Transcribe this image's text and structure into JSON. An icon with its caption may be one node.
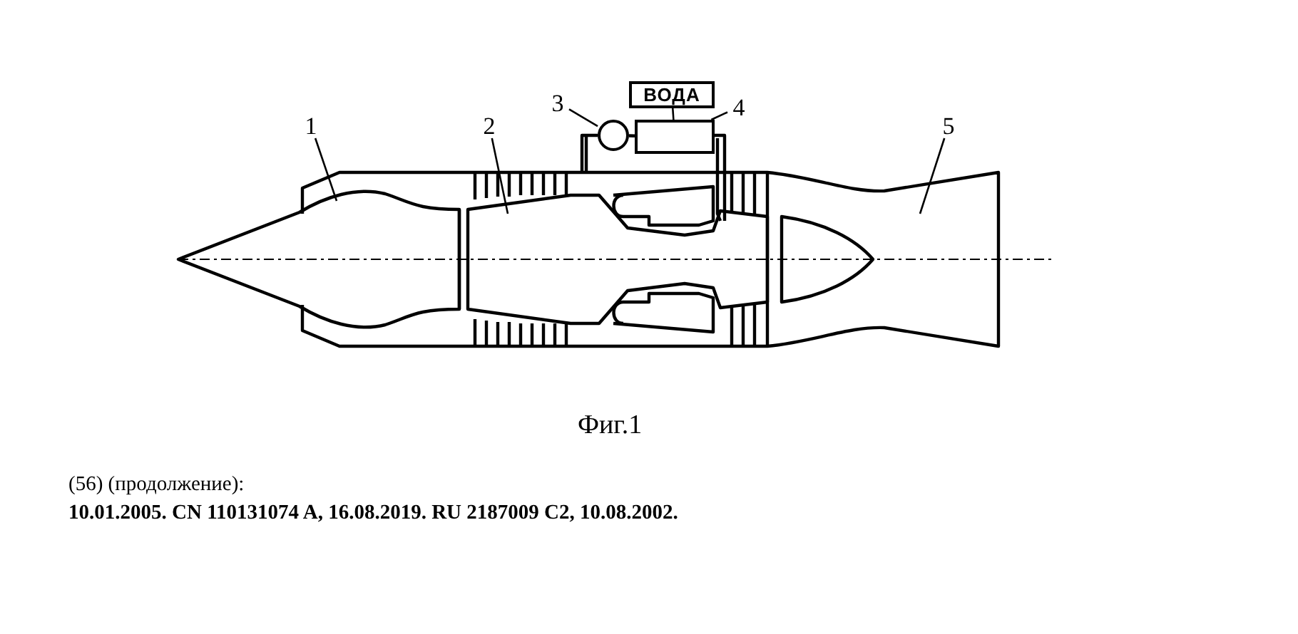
{
  "diagram": {
    "caption": "Фиг.1",
    "nodes": [
      {
        "text": [
          "1"
        ]
      },
      {
        "text": [
          "2"
        ]
      },
      {
        "text": [
          "3"
        ]
      },
      {
        "text": [
          "4"
        ]
      },
      {
        "text": [
          "5"
        ]
      },
      {
        "text": [
          "ВОДА"
        ]
      },
      {
        "text": [],
        "shape": "circle"
      },
      {
        "text": [],
        "shape": "box"
      }
    ],
    "edges": [
      {
        "from": 0,
        "to": null,
        "arrow": "none"
      },
      {
        "from": 1,
        "to": null,
        "arrow": "none"
      },
      {
        "from": 2,
        "to": 6,
        "arrow": "none"
      },
      {
        "from": 3,
        "to": 7,
        "arrow": "none"
      },
      {
        "from": 4,
        "to": null,
        "arrow": "none"
      },
      {
        "from": 5,
        "to": 7,
        "arrow": "none"
      },
      {
        "from": 6,
        "to": 7,
        "arrow": "none"
      }
    ],
    "labels": [
      "(56) (продолжение):",
      "10.01.2005. CN 110131074 A, 16.08.2019. RU 2187009 C2, 10.08.2002."
    ]
  }
}
